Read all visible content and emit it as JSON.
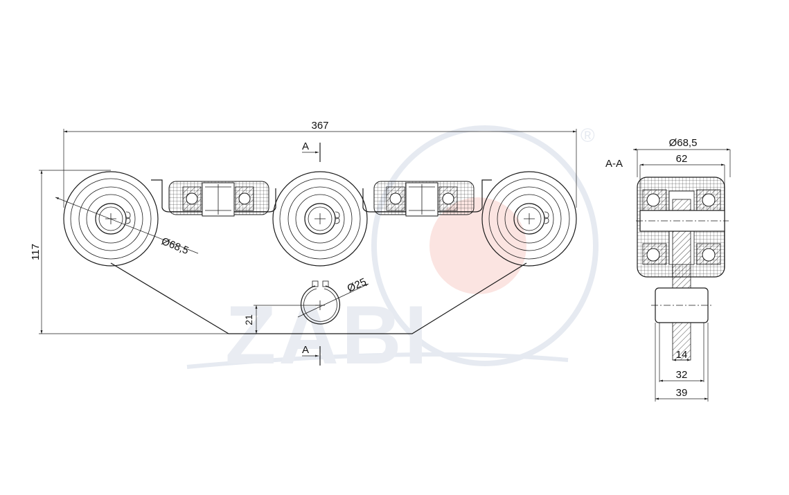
{
  "watermark": {
    "text": "ZABI",
    "reg": "®",
    "color": "#e6eaf1",
    "accent": "#fbe4e1"
  },
  "dimensions": {
    "overall_width": "367",
    "wheel_diameter": "Ø68,5",
    "height": "117",
    "ring_height": "21",
    "ring_diameter": "Ø25"
  },
  "section_marks": {
    "top": "A",
    "bottom": "A"
  },
  "section_view": {
    "label": "A-A",
    "wheel_diameter": "Ø68,5",
    "width_62": "62",
    "width_14": "14",
    "width_32": "32",
    "width_39": "39"
  }
}
